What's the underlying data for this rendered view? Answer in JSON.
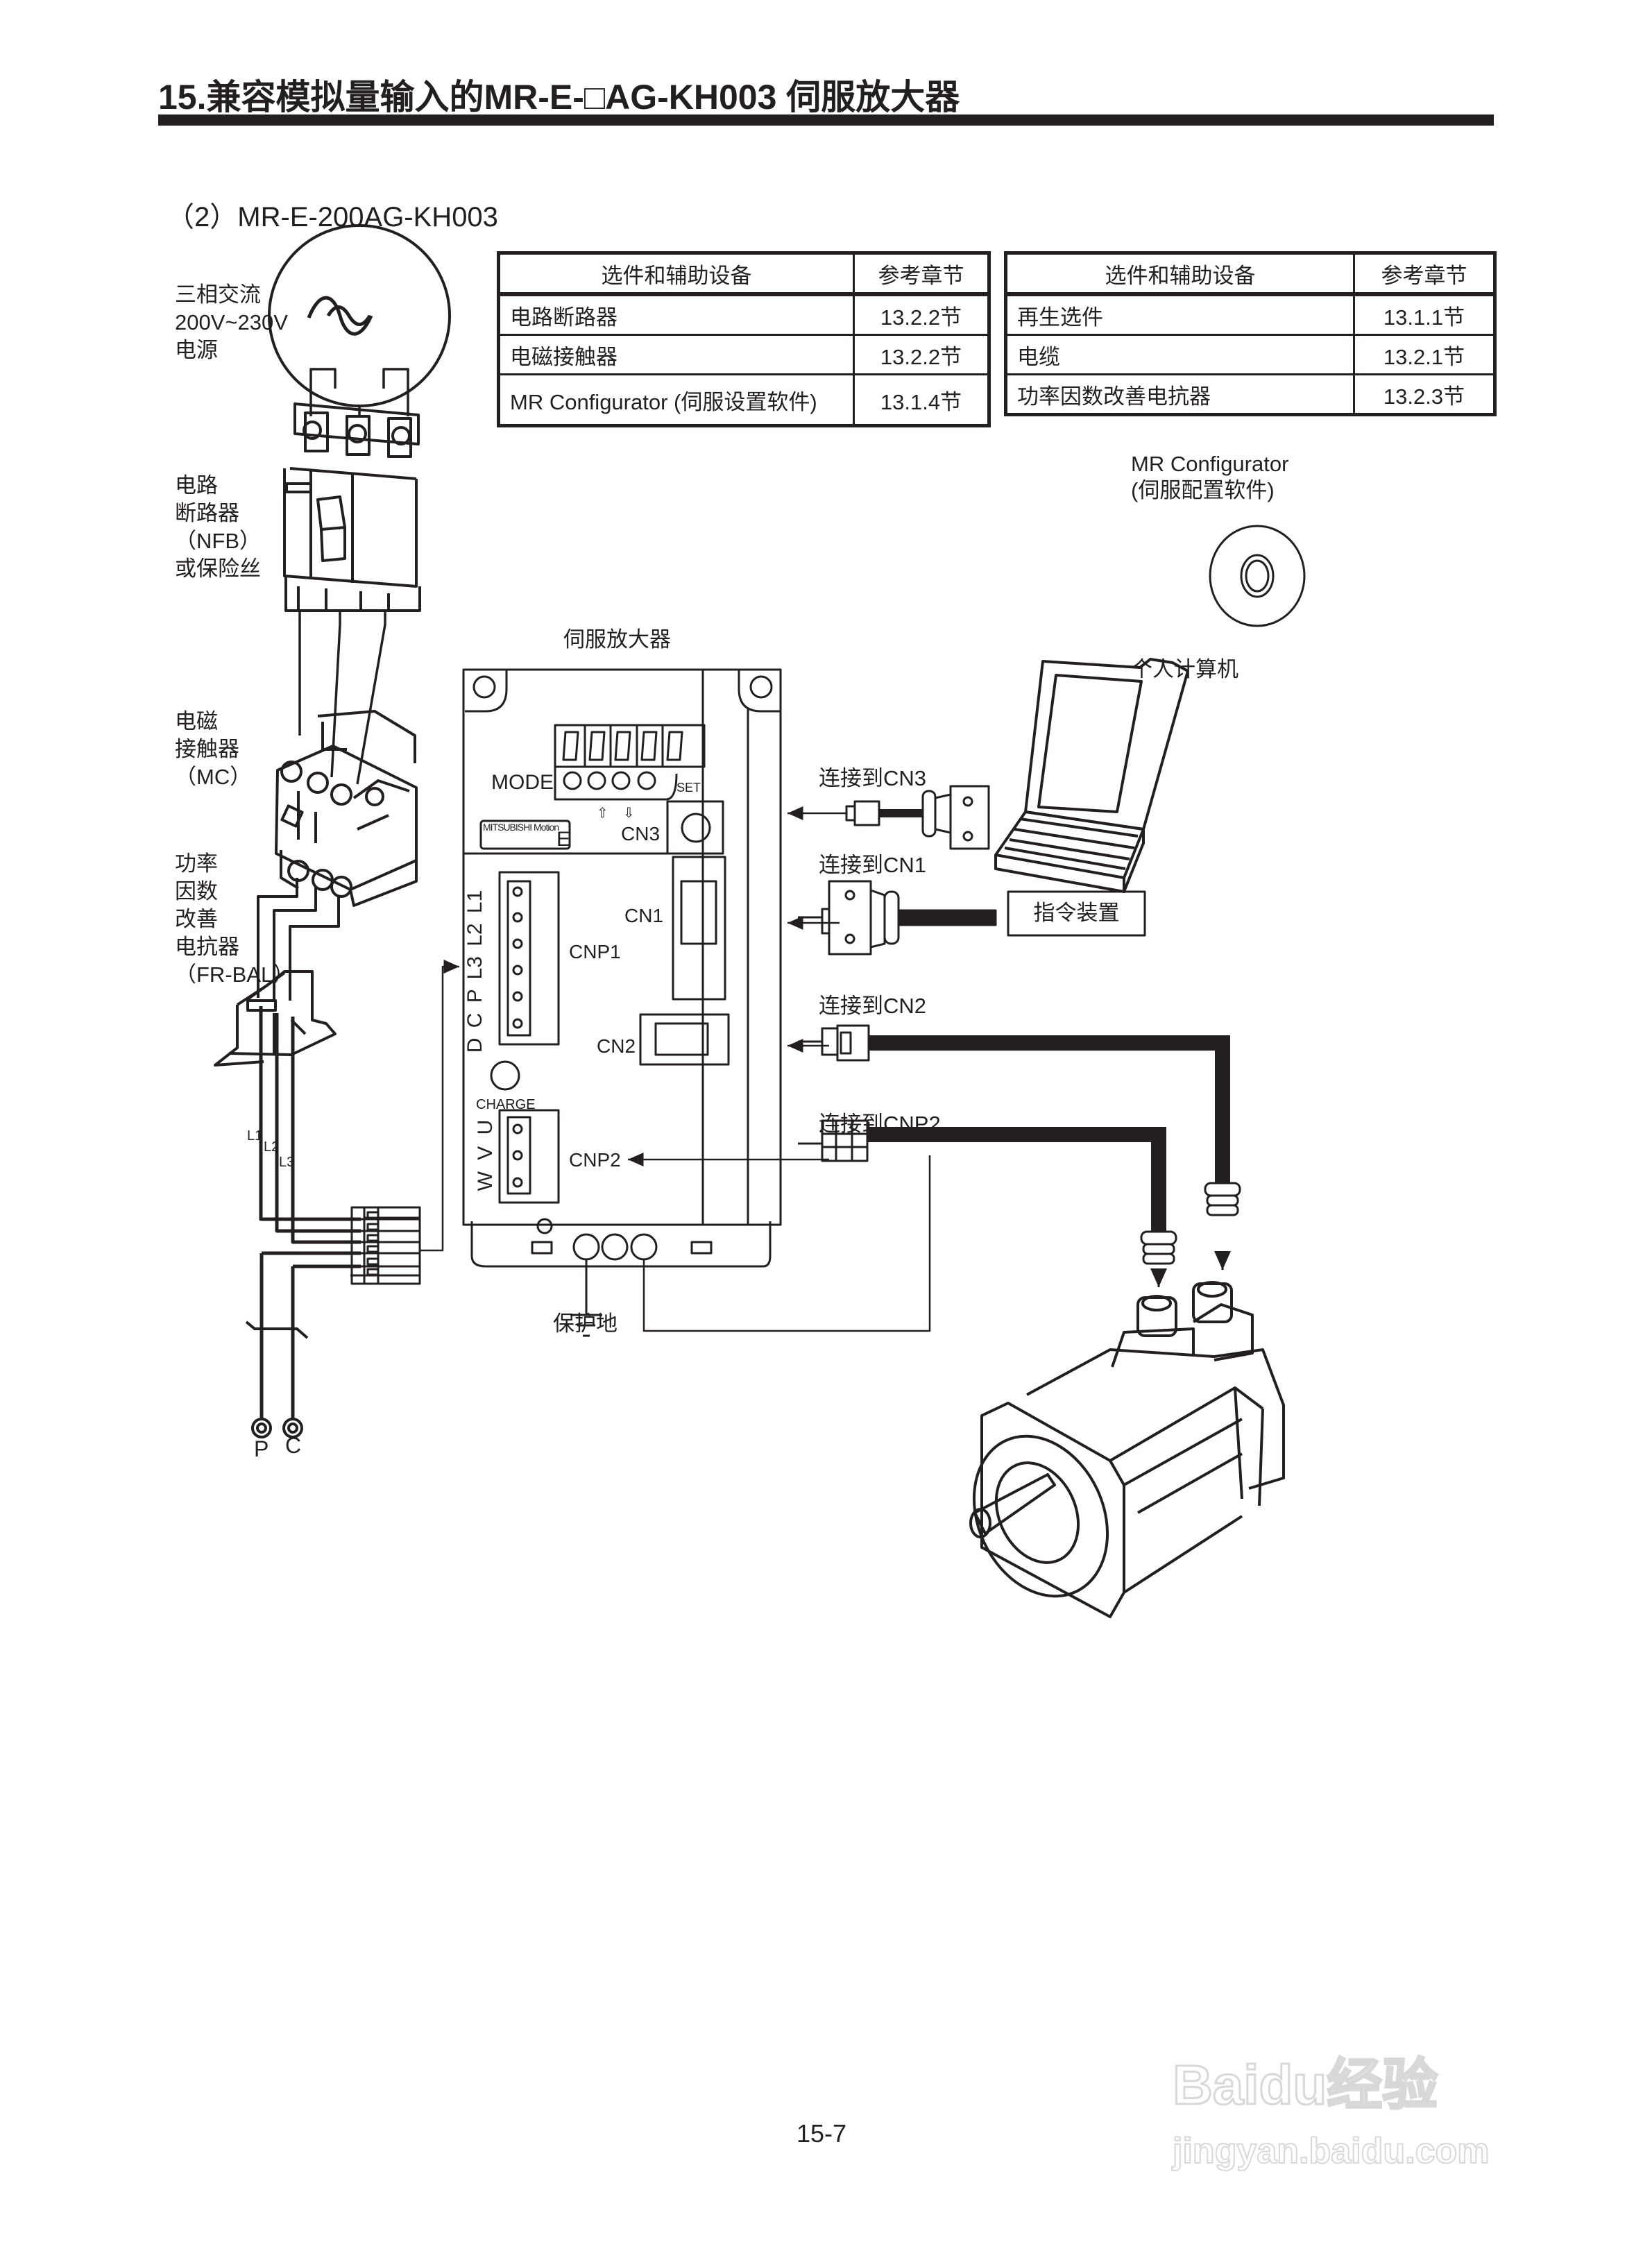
{
  "header": {
    "title": "15.兼容模拟量输入的MR-E-□AG-KH003 伺服放大器",
    "subtitle": "（2）MR-E-200AG-KH003"
  },
  "tables": [
    {
      "headers": [
        "选件和辅助设备",
        "参考章节"
      ],
      "rows": [
        {
          "item": "电路断路器",
          "section": "13.2.2节"
        },
        {
          "item": "电磁接触器",
          "section": "13.2.2节"
        },
        {
          "item": "MR Configurator (伺服设置软件)",
          "section": "13.1.4节"
        }
      ]
    },
    {
      "headers": [
        "选件和辅助设备",
        "参考章节"
      ],
      "rows": [
        {
          "item": "再生选件",
          "section": "13.1.1节"
        },
        {
          "item": "电缆",
          "section": "13.2.1节"
        },
        {
          "item": "功率因数改善电抗器",
          "section": "13.2.3节"
        }
      ]
    }
  ],
  "labels": {
    "power_source": [
      "三相交流",
      "200V~230V",
      "电源"
    ],
    "breaker": [
      "电路",
      "断路器",
      "（NFB）",
      "或保险丝"
    ],
    "contactor": [
      "电磁",
      "接触器",
      "（MC）"
    ],
    "reactor": [
      "功率",
      "因数",
      "改善",
      "电抗器",
      "（FR-BAL）"
    ],
    "line_labels": [
      "L1",
      "L2",
      "L3"
    ],
    "terminal_p": "P",
    "terminal_c": "C",
    "software": [
      "MR Configurator",
      "(伺服配置软件)"
    ],
    "pc": "个人计算机",
    "amplifier": "伺服放大器",
    "command_device": "指令装置",
    "ground": "保护地",
    "connect_cn3": "连接到CN3",
    "connect_cn1": "连接到CN1",
    "connect_cn2": "连接到CN2",
    "connect_cnp2": "连接到CNP2"
  },
  "amplifier_panel": {
    "mode": "MODE",
    "set": "SET",
    "up_arrow": "⇧",
    "down_arrow": "⇩",
    "brand": "MITSUBISHI Motion",
    "series": "E",
    "cn3": "CN3",
    "cn1": "CN1",
    "cn2": "CN2",
    "cnp1": "CNP1",
    "cnp2": "CNP2",
    "cnp1_pins": "D C P L3 L2 L1",
    "cnp2_pins": "W V U",
    "charge": "CHARGE"
  },
  "footer": {
    "page_number": "15-7",
    "watermark_brand": "Baidu经验",
    "watermark_url": "jingyan.baidu.com"
  }
}
